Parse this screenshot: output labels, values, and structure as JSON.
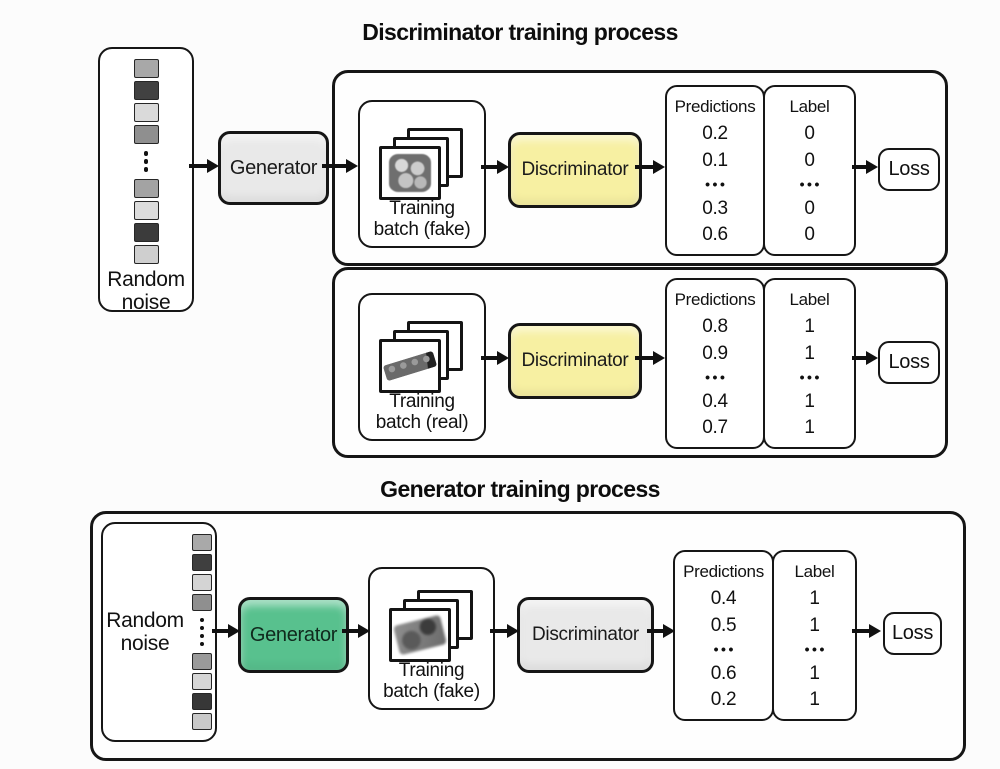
{
  "colors": {
    "border": "#161616",
    "discriminator_yellow": "#f7f0a2",
    "generator_green": "#58c18e",
    "module_gray": "#e9e9e9",
    "background": "#fcfcfc"
  },
  "discriminator_section": {
    "title": "Discriminator training process",
    "random_noise": {
      "label_line1": "Random",
      "label_line2": "noise",
      "squares": [
        "#a8a8a8",
        "#414141",
        "#dadada",
        "#8f8f8f",
        "#a3a3a3",
        "#dcdcdc",
        "#3b3b3b",
        "#cfcfcf"
      ]
    },
    "generator_label": "Generator",
    "rows": [
      {
        "batch_line1": "Training",
        "batch_line2": "batch (fake)",
        "discriminator_label": "Discriminator",
        "predictions": {
          "header": "Predictions",
          "values": [
            "0.2",
            "0.1",
            "•••",
            "0.3",
            "0.6"
          ]
        },
        "label": {
          "header": "Label",
          "values": [
            "0",
            "0",
            "•••",
            "0",
            "0"
          ]
        },
        "loss_label": "Loss"
      },
      {
        "batch_line1": "Training",
        "batch_line2": "batch (real)",
        "discriminator_label": "Discriminator",
        "predictions": {
          "header": "Predictions",
          "values": [
            "0.8",
            "0.9",
            "•••",
            "0.4",
            "0.7"
          ]
        },
        "label": {
          "header": "Label",
          "values": [
            "1",
            "1",
            "•••",
            "1",
            "1"
          ]
        },
        "loss_label": "Loss"
      }
    ]
  },
  "generator_section": {
    "title": "Generator training process",
    "random_noise": {
      "label_line1": "Random",
      "label_line2": "noise",
      "squares": [
        "#a9a9a9",
        "#3f3f3f",
        "#d4d4d4",
        "#8f8f8f",
        "#9a9a9a",
        "#d6d6d6",
        "#373737",
        "#c9c9c9"
      ]
    },
    "generator_label": "Generator",
    "batch_line1": "Training",
    "batch_line2": "batch (fake)",
    "discriminator_label": "Discriminator",
    "predictions": {
      "header": "Predictions",
      "values": [
        "0.4",
        "0.5",
        "•••",
        "0.6",
        "0.2"
      ]
    },
    "label": {
      "header": "Label",
      "values": [
        "1",
        "1",
        "•••",
        "1",
        "1"
      ]
    },
    "loss_label": "Loss"
  }
}
